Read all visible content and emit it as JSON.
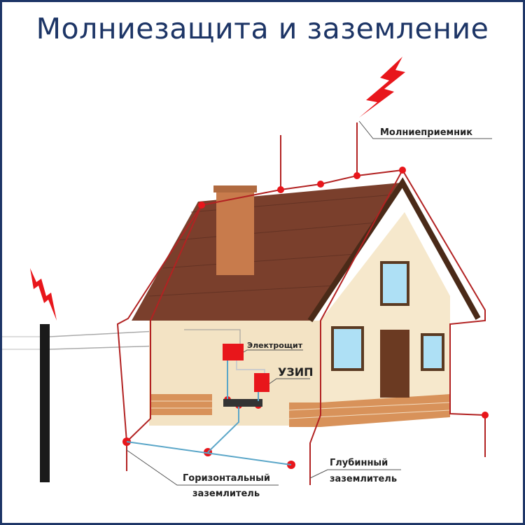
{
  "title": "Молниезащита и заземление",
  "labels": {
    "air_terminal": "Молниеприемник",
    "switchboard": "Электрощит",
    "surge_protector": "УЗИП",
    "horizontal_1": "Горизонтальный",
    "horizontal_2": "заземлитель",
    "deep_1": "Глубинный",
    "deep_2": "заземлитель"
  },
  "colors": {
    "accent": "#1d3566",
    "wire": "#b22222",
    "node": "#e8161b",
    "ground": "#5aa6c8"
  }
}
